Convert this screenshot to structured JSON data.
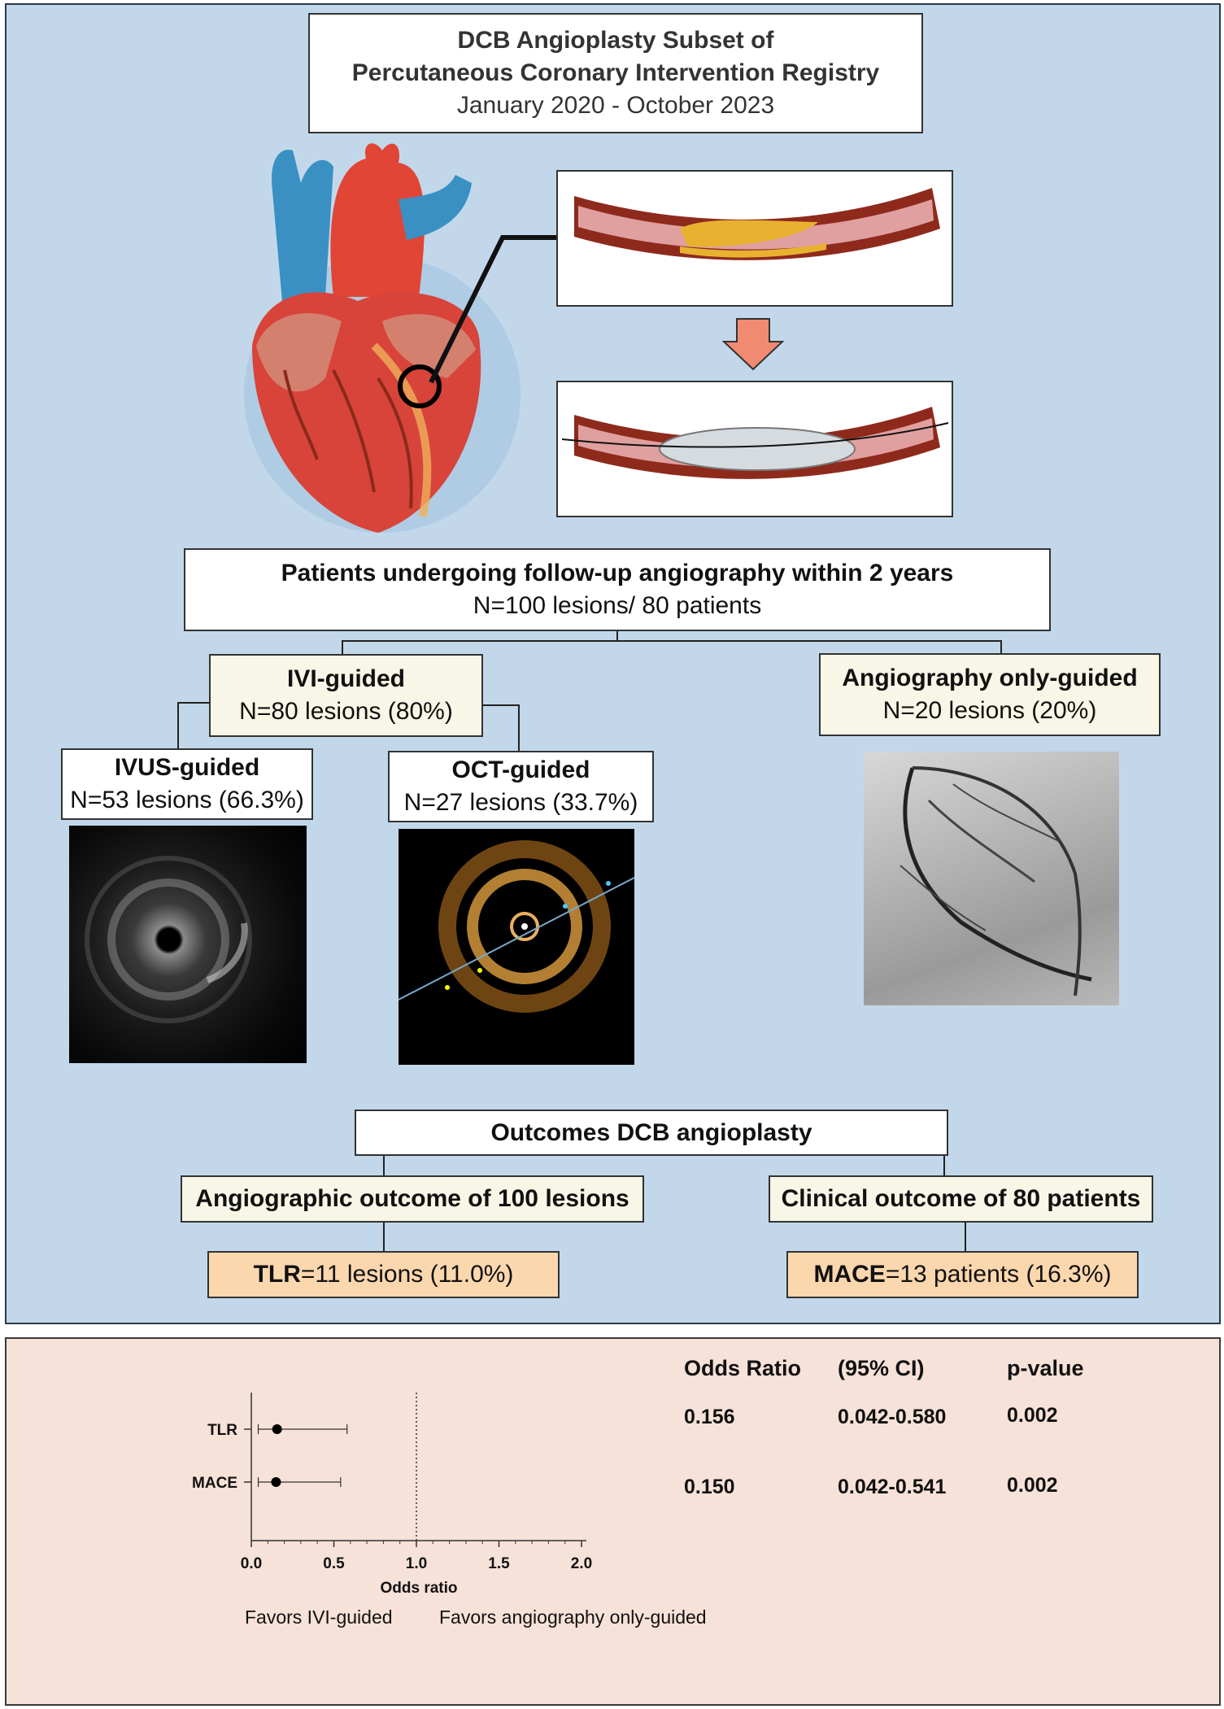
{
  "header": {
    "line1": "DCB Angioplasty Subset of",
    "line2": "Percutaneous Coronary Intervention Registry",
    "line3": "January 2020 - October 2023"
  },
  "followup": {
    "title": "Patients undergoing follow-up angiography within 2 years",
    "subtitle": "N=100 lesions/ 80 patients"
  },
  "ivi": {
    "title": "IVI-guided",
    "subtitle": "N=80 lesions (80%)"
  },
  "angio_only": {
    "title": "Angiography only-guided",
    "subtitle": "N=20 lesions (20%)"
  },
  "ivus": {
    "title": "IVUS-guided",
    "subtitle": "N=53 lesions (66.3%)"
  },
  "oct": {
    "title": "OCT-guided",
    "subtitle": "N=27 lesions (33.7%)"
  },
  "outcomes": {
    "title": "Outcomes DCB angioplasty",
    "angiographic": "Angiographic outcome of 100 lesions",
    "clinical": "Clinical outcome of 80 patients",
    "tlr_label": "TLR",
    "tlr_value": "=11 lesions (11.0%)",
    "mace_label": "MACE",
    "mace_value": "=13 patients (16.3%)"
  },
  "forest": {
    "xlabel": "Odds ratio",
    "favors_left": "Favors IVI-guided",
    "favors_right": "Favors angiography only-guided",
    "headers": [
      "Odds Ratio",
      "(95% CI)",
      "p-value"
    ]
  },
  "chart_data": {
    "type": "scatter",
    "xlabel": "Odds ratio",
    "xlim": [
      0,
      2
    ],
    "xticks": [
      "0.0",
      "0.5",
      "1.0",
      "1.5",
      "2.0"
    ],
    "reference_line": 1.0,
    "rows": [
      {
        "label": "TLR",
        "or": 0.156,
        "ci": [
          0.042,
          0.58
        ],
        "or_text": "0.156",
        "ci_text": "0.042-0.580",
        "p_text": "0.002"
      },
      {
        "label": "MACE",
        "or": 0.15,
        "ci": [
          0.042,
          0.541
        ],
        "or_text": "0.150",
        "ci_text": "0.042-0.541",
        "p_text": "0.002"
      }
    ]
  },
  "colors": {
    "top_bg": "#c2d8ea",
    "bottom_bg": "#f6e2d8",
    "cream": "#f8f6e6",
    "orange": "#fbd7ae",
    "arrow": "#f08a70"
  }
}
